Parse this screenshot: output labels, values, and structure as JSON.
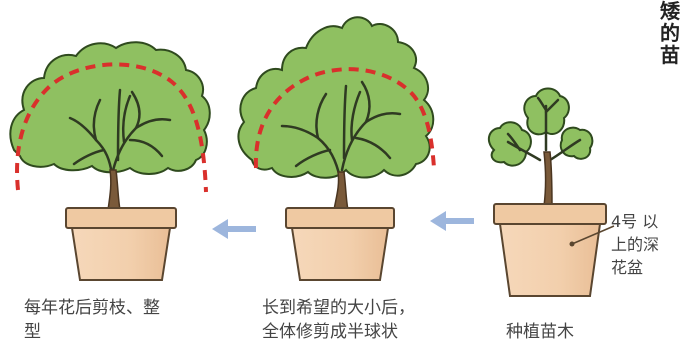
{
  "title_vertical": [
    "矮",
    "的",
    "苗"
  ],
  "captions": {
    "left": [
      "每年花后剪枝、整",
      "型"
    ],
    "middle": [
      "长到希望的大小后，",
      "全体修剪成半球状"
    ],
    "right": "种植苗木"
  },
  "pot_note": [
    "4号 以",
    "上的深",
    "花盆"
  ],
  "colors": {
    "foliage": "#8fc061",
    "foliage_dark": "#2f4a1e",
    "pot": "#f2cfac",
    "pot_rim": "#efc9a2",
    "pot_stroke": "#5a4630",
    "trunk": "#7a5a3a",
    "cut_line": "#d9302c",
    "arrow": "#9db6dd"
  }
}
